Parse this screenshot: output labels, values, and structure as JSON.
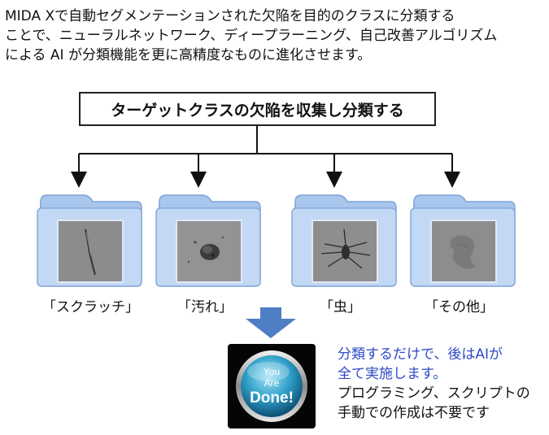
{
  "intro": {
    "line1": "MIDA Xで自動セグメンテーションされた欠陥を目的のクラスに分類する",
    "line2": "ことで、ニューラルネットワーク、ディープラーニング、自己改善アルゴリズム",
    "line3": "による AI が分類機能を更に高精度なものに進化させます。"
  },
  "title_box": {
    "label": "ターゲットクラスの欠陥を収集し分類する"
  },
  "classes": [
    {
      "label": "「スクラッチ」",
      "icon": "scratch-defect-thumbnail"
    },
    {
      "label": "「汚れ」",
      "icon": "stain-defect-thumbnail"
    },
    {
      "label": "「虫」",
      "icon": "bug-defect-thumbnail"
    },
    {
      "label": "「その他」",
      "icon": "other-defect-thumbnail"
    }
  ],
  "badge": {
    "line1": "You",
    "line2": "Are",
    "line3": "Done!"
  },
  "note": {
    "line1": "分類するだけで、後はAIが",
    "line2": "全て実施します。",
    "line3": "プログラミング、スクリプトの",
    "line4": "手動での作成は不要です"
  },
  "colors": {
    "accent_blue": "#2f49c9",
    "arrow_blue": "#4f7ec4",
    "folder_blue": "#a9c6ec",
    "folder_front": "#c3d8f4"
  }
}
